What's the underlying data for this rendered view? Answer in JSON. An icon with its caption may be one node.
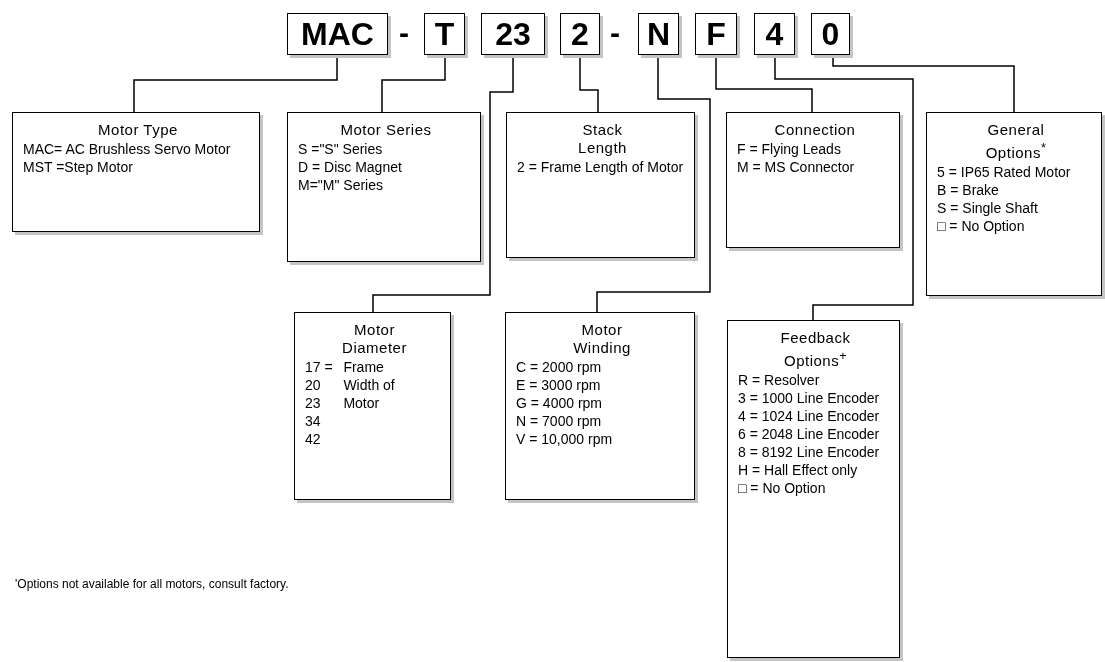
{
  "diagram": {
    "nodes": [
      {
        "text": [
          "MAC"
        ]
      },
      {
        "text": [
          "T"
        ]
      },
      {
        "text": [
          "23"
        ]
      },
      {
        "text": [
          "2"
        ]
      },
      {
        "text": [
          "N"
        ]
      },
      {
        "text": [
          "F"
        ]
      },
      {
        "text": [
          "4"
        ]
      },
      {
        "text": [
          "0"
        ]
      },
      {
        "text": [
          "Motor Type",
          "MAC= AC Brushless Servo Motor",
          "MST =Step Motor"
        ]
      },
      {
        "text": [
          "Motor Series",
          "S =\"S\" Series",
          "D = Disc Magnet",
          "M=\"M\" Series"
        ]
      },
      {
        "text": [
          "Stack Length",
          "2 = Frame Length of Motor"
        ]
      },
      {
        "text": [
          "Connection",
          "F = Flying Leads",
          "M = MS Connector"
        ]
      },
      {
        "text": [
          "General Options$^{*}$",
          "5 = IP65 Rated Motor",
          "B = Brake",
          "S = Single Shaft",
          "□ = No Option"
        ]
      },
      {
        "text": [
          "Motor Diameter",
          "17 =",
          "Frame Width of Motor",
          "20",
          "23",
          "34",
          "42"
        ]
      },
      {
        "text": [
          "Motor Winding",
          "C = 2000 rpm",
          "E = 3000 rpm",
          "G = 4000 rpm",
          "N = 7000 rpm",
          "V = 10,000 rpm"
        ]
      },
      {
        "text": [
          "Feedback Options$^{+}$",
          "R = Resolver",
          "3 = 1000 Line Encoder",
          "4 = 1024 Line Encoder",
          "6 = 2048 Line Encoder",
          "8 = 8192 Line Encoder",
          "H = Hall Effect only",
          "□ = No Option"
        ]
      }
    ],
    "edges": [
      {
        "from": 0,
        "to": 8,
        "arrow": "none"
      },
      {
        "from": 1,
        "to": 9,
        "arrow": "none"
      },
      {
        "from": 2,
        "to": 13,
        "arrow": "none"
      },
      {
        "from": 3,
        "to": 10,
        "arrow": "none"
      },
      {
        "from": 4,
        "to": 14,
        "arrow": "none"
      },
      {
        "from": 5,
        "to": 11,
        "arrow": "none"
      },
      {
        "from": 6,
        "to": 15,
        "arrow": "none"
      },
      {
        "from": 7,
        "to": 12,
        "arrow": "none"
      }
    ],
    "labels": [
      "-",
      "-",
      "'Options not available for all motors, consult factory."
    ]
  }
}
